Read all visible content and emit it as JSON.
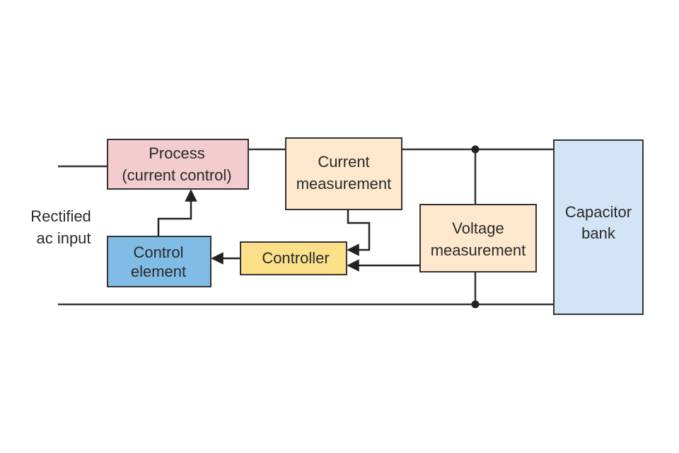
{
  "diagram": {
    "input_label": [
      "Rectified",
      "ac input"
    ],
    "blocks": {
      "process": {
        "lines": [
          "Process",
          "(current control)"
        ],
        "fill": "#f2ccce"
      },
      "current_measurement": {
        "lines": [
          "Current",
          "measurement"
        ],
        "fill": "#fde7cd"
      },
      "voltage_measurement": {
        "lines": [
          "Voltage",
          "measurement"
        ],
        "fill": "#fde7cd"
      },
      "controller": {
        "lines": [
          "Controller"
        ],
        "fill": "#fbe089"
      },
      "control_element": {
        "lines": [
          "Control",
          "element"
        ],
        "fill": "#80bce6"
      },
      "capacitor_bank": {
        "lines": [
          "Capacitor",
          "bank"
        ],
        "fill": "#d2e4f5"
      }
    },
    "colors": {
      "line": "#333333",
      "border": "#333333"
    }
  }
}
